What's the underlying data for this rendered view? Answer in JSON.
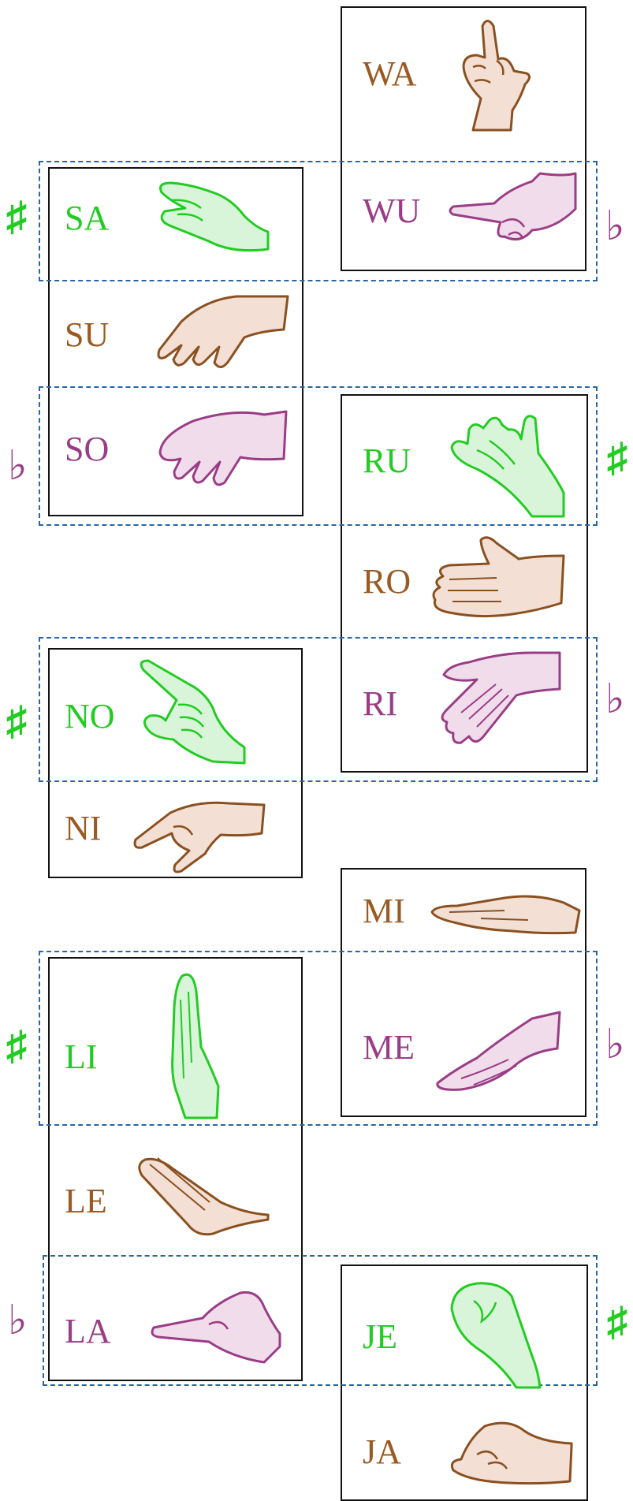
{
  "colors": {
    "sharp": "#22cc22",
    "natural": "#9a5a22",
    "flat": "#9a3d86",
    "dashed_border": "#2a64a4"
  },
  "accidentals": {
    "sharp": "♯",
    "flat": "♭"
  },
  "cards": [
    {
      "syllable": "WA",
      "tone": "natural",
      "icon": "hand-pointing-up-icon"
    },
    {
      "syllable": "WU",
      "tone": "flat",
      "icon": "hand-pointing-left-icon"
    },
    {
      "syllable": "SA",
      "tone": "sharp",
      "icon": "hand-pinch-icon"
    },
    {
      "syllable": "SU",
      "tone": "natural",
      "icon": "hand-curled-icon"
    },
    {
      "syllable": "SO",
      "tone": "flat",
      "icon": "hand-claw-icon"
    },
    {
      "syllable": "RU",
      "tone": "sharp",
      "icon": "hand-open-up-icon"
    },
    {
      "syllable": "RO",
      "tone": "natural",
      "icon": "hand-open-palm-icon"
    },
    {
      "syllable": "RI",
      "tone": "flat",
      "icon": "hand-open-down-icon"
    },
    {
      "syllable": "NO",
      "tone": "sharp",
      "icon": "hand-pointing-diagonal-icon"
    },
    {
      "syllable": "NI",
      "tone": "natural",
      "icon": "hand-pointing-down-icon"
    },
    {
      "syllable": "MI",
      "tone": "natural",
      "icon": "hand-flat-icon"
    },
    {
      "syllable": "ME",
      "tone": "flat",
      "icon": "hand-flat-down-icon"
    },
    {
      "syllable": "LI",
      "tone": "sharp",
      "icon": "hand-vertical-icon"
    },
    {
      "syllable": "LE",
      "tone": "natural",
      "icon": "hand-slanted-icon"
    },
    {
      "syllable": "LA",
      "tone": "flat",
      "icon": "hand-pointing-low-icon"
    },
    {
      "syllable": "JE",
      "tone": "sharp",
      "icon": "hand-fist-up-icon"
    },
    {
      "syllable": "JA",
      "tone": "natural",
      "icon": "hand-fist-icon"
    }
  ]
}
